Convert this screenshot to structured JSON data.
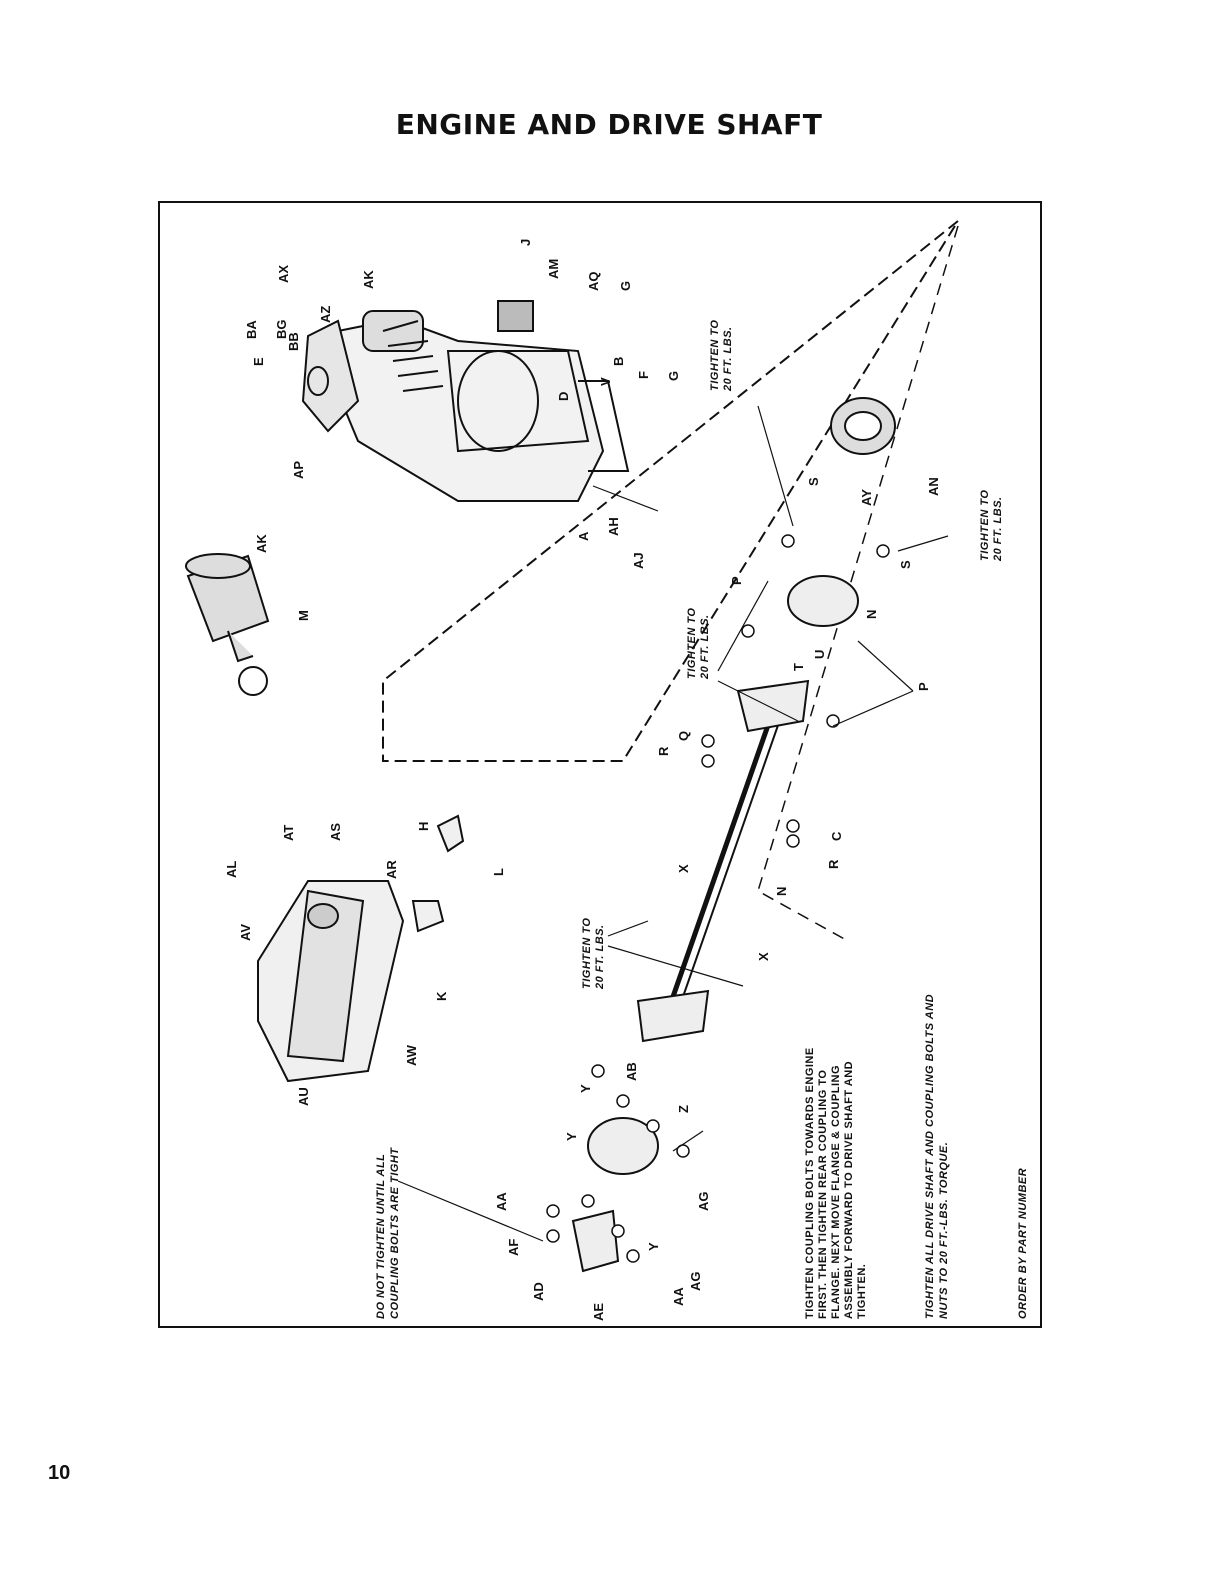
{
  "page": {
    "title": "ENGINE AND DRIVE SHAFT",
    "page_number": "10"
  },
  "labels": [
    "AX",
    "AK",
    "BA",
    "BG",
    "BB",
    "E",
    "AZ",
    "J",
    "AM",
    "AQ",
    "G",
    "B",
    "V",
    "F",
    "G",
    "D",
    "AP",
    "A",
    "AH",
    "AJ",
    "AK",
    "M",
    "S",
    "AY",
    "AN",
    "S",
    "N",
    "P",
    "T",
    "U",
    "P",
    "Q",
    "R",
    "R",
    "C",
    "AL",
    "AT",
    "AS",
    "AV",
    "AR",
    "H",
    "L",
    "K",
    "AW",
    "AU",
    "X",
    "N",
    "X",
    "Y",
    "AB",
    "Z",
    "Y",
    "AA",
    "AF",
    "AD",
    "AE",
    "AA",
    "AG",
    "Y",
    "AG"
  ],
  "notes": {
    "tighten_a": "TIGHTEN TO",
    "tighten_b": "20 FT. LBS.",
    "do_not_1": "DO NOT TIGHTEN UNTIL ALL",
    "do_not_2": "COUPLING BOLTS ARE TIGHT",
    "coupling_1": "TIGHTEN COUPLING BOLTS TOWARDS ENGINE",
    "coupling_2": "FIRST. THEN TIGHTEN REAR COUPLING TO",
    "coupling_3": "FLANGE. NEXT MOVE FLANGE & COUPLING",
    "coupling_4": "ASSEMBLY FORWARD TO DRIVE SHAFT AND",
    "coupling_5": "TIGHTEN.",
    "all_1": "TIGHTEN ALL DRIVE SHAFT AND COUPLING BOLTS AND",
    "all_2": "NUTS TO 20 FT.-LBS. TORQUE.",
    "order": "ORDER BY PART NUMBER"
  }
}
